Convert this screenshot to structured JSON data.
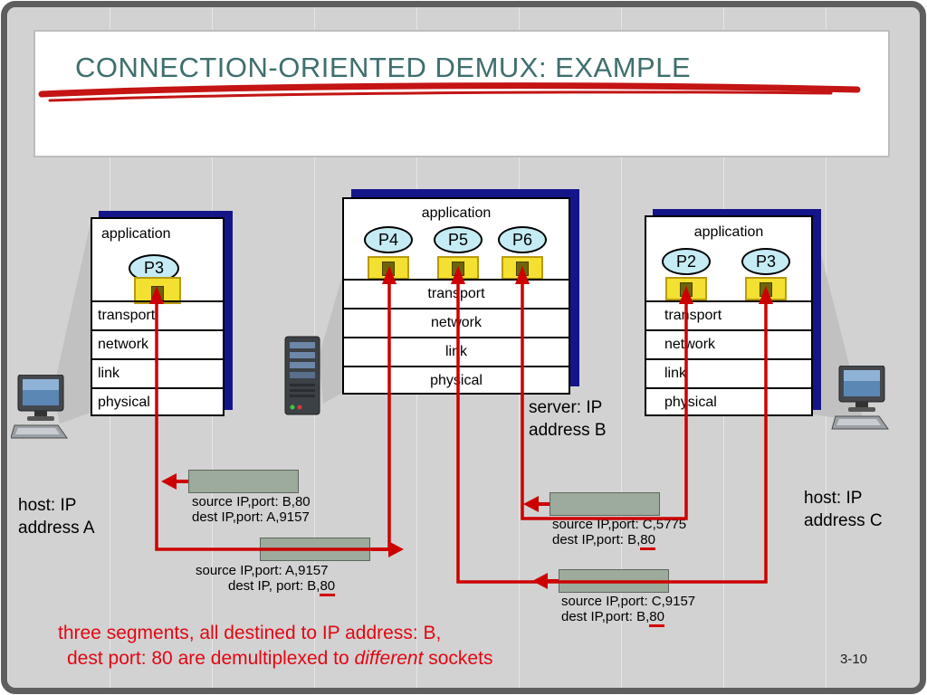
{
  "slide": {
    "title": "CONNECTION-ORIENTED DEMUX: EXAMPLE",
    "page_number": "3-10"
  },
  "stacks": {
    "host_a": {
      "app_label": "application",
      "processes": [
        "P3"
      ],
      "layers": [
        "transport",
        "network",
        "link",
        "physical"
      ]
    },
    "server_b": {
      "app_label": "application",
      "processes": [
        "P4",
        "P5",
        "P6"
      ],
      "layers": [
        "transport",
        "network",
        "link",
        "physical"
      ]
    },
    "host_c": {
      "app_label": "application",
      "processes": [
        "P2",
        "P3"
      ],
      "layers": [
        "transport",
        "network",
        "link",
        "physical"
      ]
    }
  },
  "host_labels": {
    "host_a": {
      "line1": "host: IP",
      "line2": "address A"
    },
    "server_b": {
      "line1": "server: IP",
      "line2": "address B"
    },
    "host_c": {
      "line1": "host: IP",
      "line2": "address C"
    }
  },
  "segments": [
    {
      "line1": "source IP,port: B,80",
      "line2_pre": "dest IP,port: A,9157",
      "line2_underlined": ""
    },
    {
      "line1": "source IP,port: A,9157",
      "line2_pre": "dest IP, port: B,",
      "line2_underlined": "80"
    },
    {
      "line1": "source IP,port: C,5775",
      "line2_pre": "dest IP,port: B,",
      "line2_underlined": "80"
    },
    {
      "line1": "source IP,port: C,9157",
      "line2_pre": "dest IP,port: B,",
      "line2_underlined": "80"
    }
  ],
  "bottom_note": {
    "line1": "three segments, all destined to IP address: B,",
    "line2_pre": "dest port: 80 are demultiplexed to ",
    "line2_italic": "different",
    "line2_post": " sockets"
  },
  "icons": {
    "host_a": "desktop-computer-icon",
    "server_b": "server-tower-icon",
    "host_c": "desktop-computer-icon",
    "sockets": "socket-icon"
  },
  "colors": {
    "accent_red": "#cc0000",
    "title_teal": "#3f6e6e",
    "shadow_navy": "#15158a",
    "socket_yellow": "#f3e030",
    "oval_cyan": "#c5ebf4",
    "segment_gray_green": "#9cab9c"
  }
}
